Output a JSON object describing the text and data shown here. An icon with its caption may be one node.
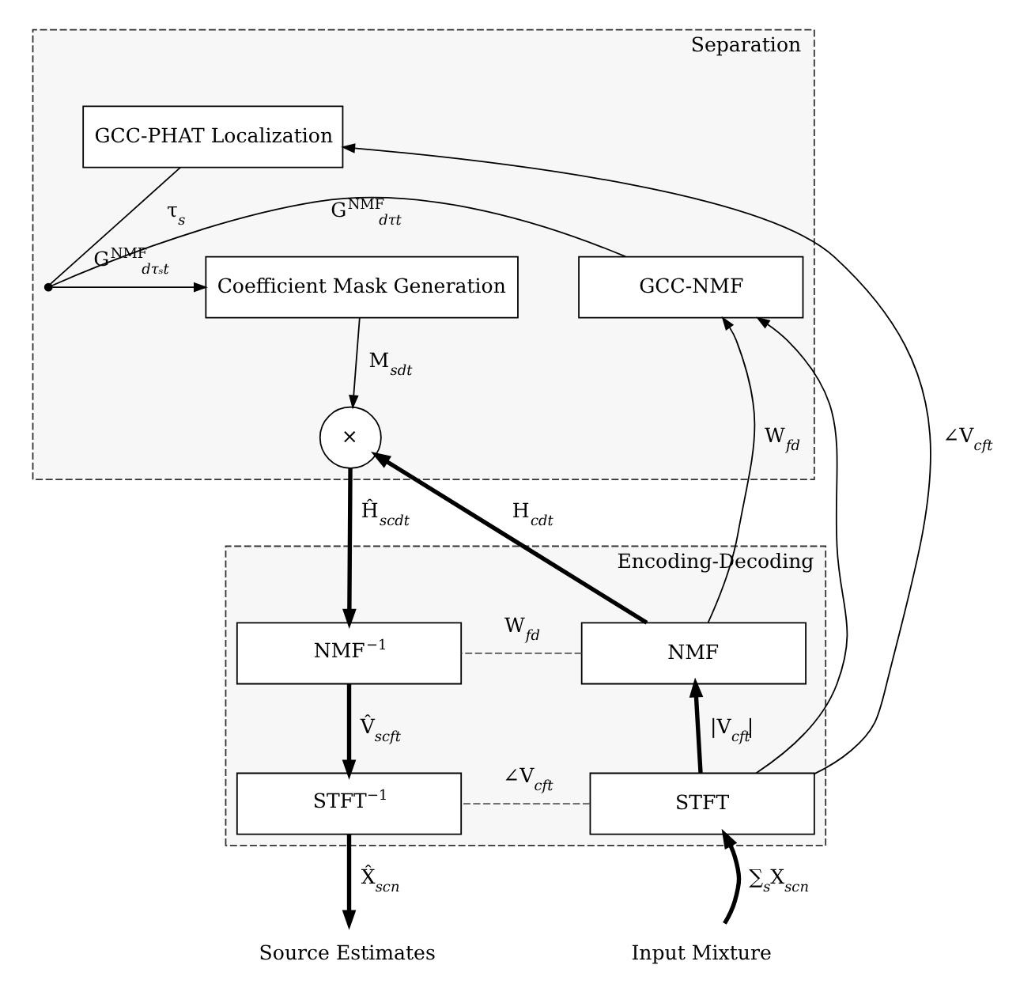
{
  "diagram": {
    "nodes": [
      {
        "text": [
          "Separation"
        ]
      },
      {
        "text": [
          "GCC-PHAT Localization"
        ],
        "in": 0
      },
      {
        "text": [
          "GCC-NMF"
        ],
        "in": 0
      },
      {
        "text": [],
        "shape": "point",
        "in": 0
      },
      {
        "text": [
          "Coefficient Mask Generation"
        ],
        "in": 0
      },
      {
        "text": [
          "×"
        ],
        "in": 0
      },
      {
        "text": [
          "Encoding-Decoding"
        ]
      },
      {
        "text": [
          "NMF"
        ],
        "in": 6
      },
      {
        "text": [
          "NMF$^{−1}$"
        ],
        "in": 6
      },
      {
        "text": [
          "STFT"
        ],
        "in": 6
      },
      {
        "text": [
          "STFT$^{−1}$"
        ],
        "in": 6
      },
      {
        "text": [
          "Input Mixture"
        ]
      },
      {
        "text": [
          "Source Estimates"
        ]
      }
    ],
    "edges": [
      {
        "from": 9,
        "to": 1,
        "arrow": "to",
        "label": "∠V$_{cft}$"
      },
      {
        "from": 9,
        "to": 2,
        "arrow": "to"
      },
      {
        "from": 1,
        "to": 3,
        "arrow": "none",
        "label": "τ$_{s}$"
      },
      {
        "from": 2,
        "to": 3,
        "arrow": "none",
        "label": "G$^{NMF}$$_{dτt}$"
      },
      {
        "from": 3,
        "to": 4,
        "arrow": "to",
        "label": "G$^{NMF}$$_{dτₛt}$"
      },
      {
        "from": 4,
        "to": 5,
        "arrow": "to",
        "label": "M$_{sdt}$"
      },
      {
        "from": 7,
        "to": 2,
        "arrow": "to",
        "label": "W$_{fd}$"
      },
      {
        "from": 7,
        "to": 5,
        "arrow": "to",
        "label": "H$_{cdt}$",
        "style": "thick"
      },
      {
        "from": 5,
        "to": 8,
        "arrow": "to",
        "label": "Ĥ$_{scdt}$",
        "style": "thick"
      },
      {
        "from": 7,
        "to": 8,
        "arrow": "none",
        "label": "W$_{fd}$",
        "style": "dashed",
        "color": "#555555"
      },
      {
        "from": 9,
        "to": 7,
        "arrow": "to",
        "label": "|V$_{cft}$|",
        "style": "thick"
      },
      {
        "from": 8,
        "to": 10,
        "arrow": "to",
        "label": "V̂$_{scft}$",
        "style": "thick"
      },
      {
        "from": 9,
        "to": 10,
        "arrow": "none",
        "label": "∠V$_{cft}$",
        "style": "dashed",
        "color": "#555555"
      },
      {
        "from": 11,
        "to": 9,
        "arrow": "to",
        "label": "∑$_{s}$X$_{scn}$",
        "style": "thick"
      },
      {
        "from": 10,
        "to": 12,
        "arrow": "to",
        "label": "X̂$_{scn}$",
        "style": "thick"
      }
    ]
  }
}
